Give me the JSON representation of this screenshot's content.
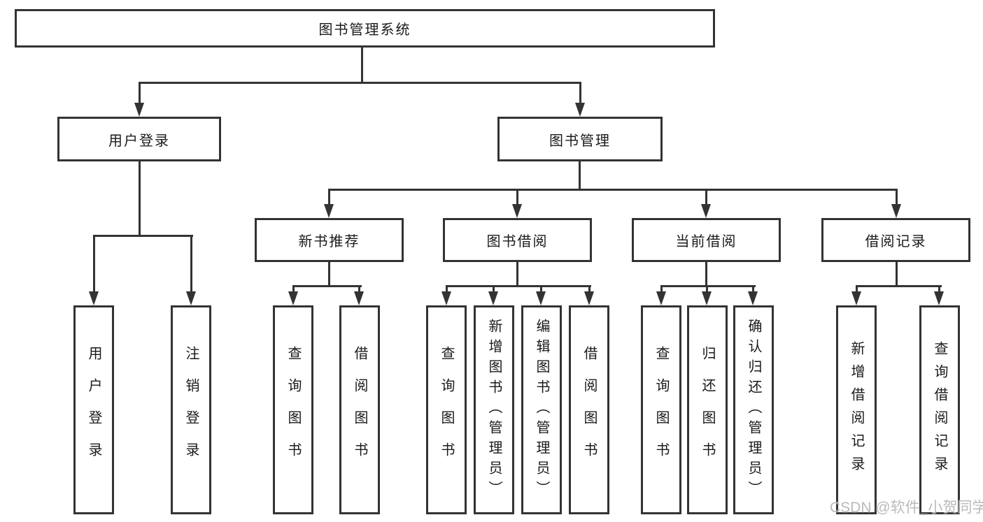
{
  "diagram": {
    "nodes": {
      "root": "图书管理系统",
      "level2": [
        "用户登录",
        "图书管理"
      ],
      "level3": [
        "新书推荐",
        "图书借阅",
        "当前借阅",
        "借阅记录"
      ],
      "leaves": [
        "用户登录",
        "注销登录",
        "查询图书",
        "借阅图书",
        "查询图书",
        "新增图书（管理员）",
        "编辑图书（管理员）",
        "借阅图书",
        "查询图书",
        "归还图书",
        "确认归还（管理员）",
        "新增借阅记录",
        "查询借阅记录"
      ]
    },
    "watermark": "CSDN @软件_小贺同学",
    "colors": {
      "stroke": "#333333",
      "box_fill": "#ffffff",
      "text": "#1a1a1a",
      "watermark": "#b2b2b2"
    }
  }
}
